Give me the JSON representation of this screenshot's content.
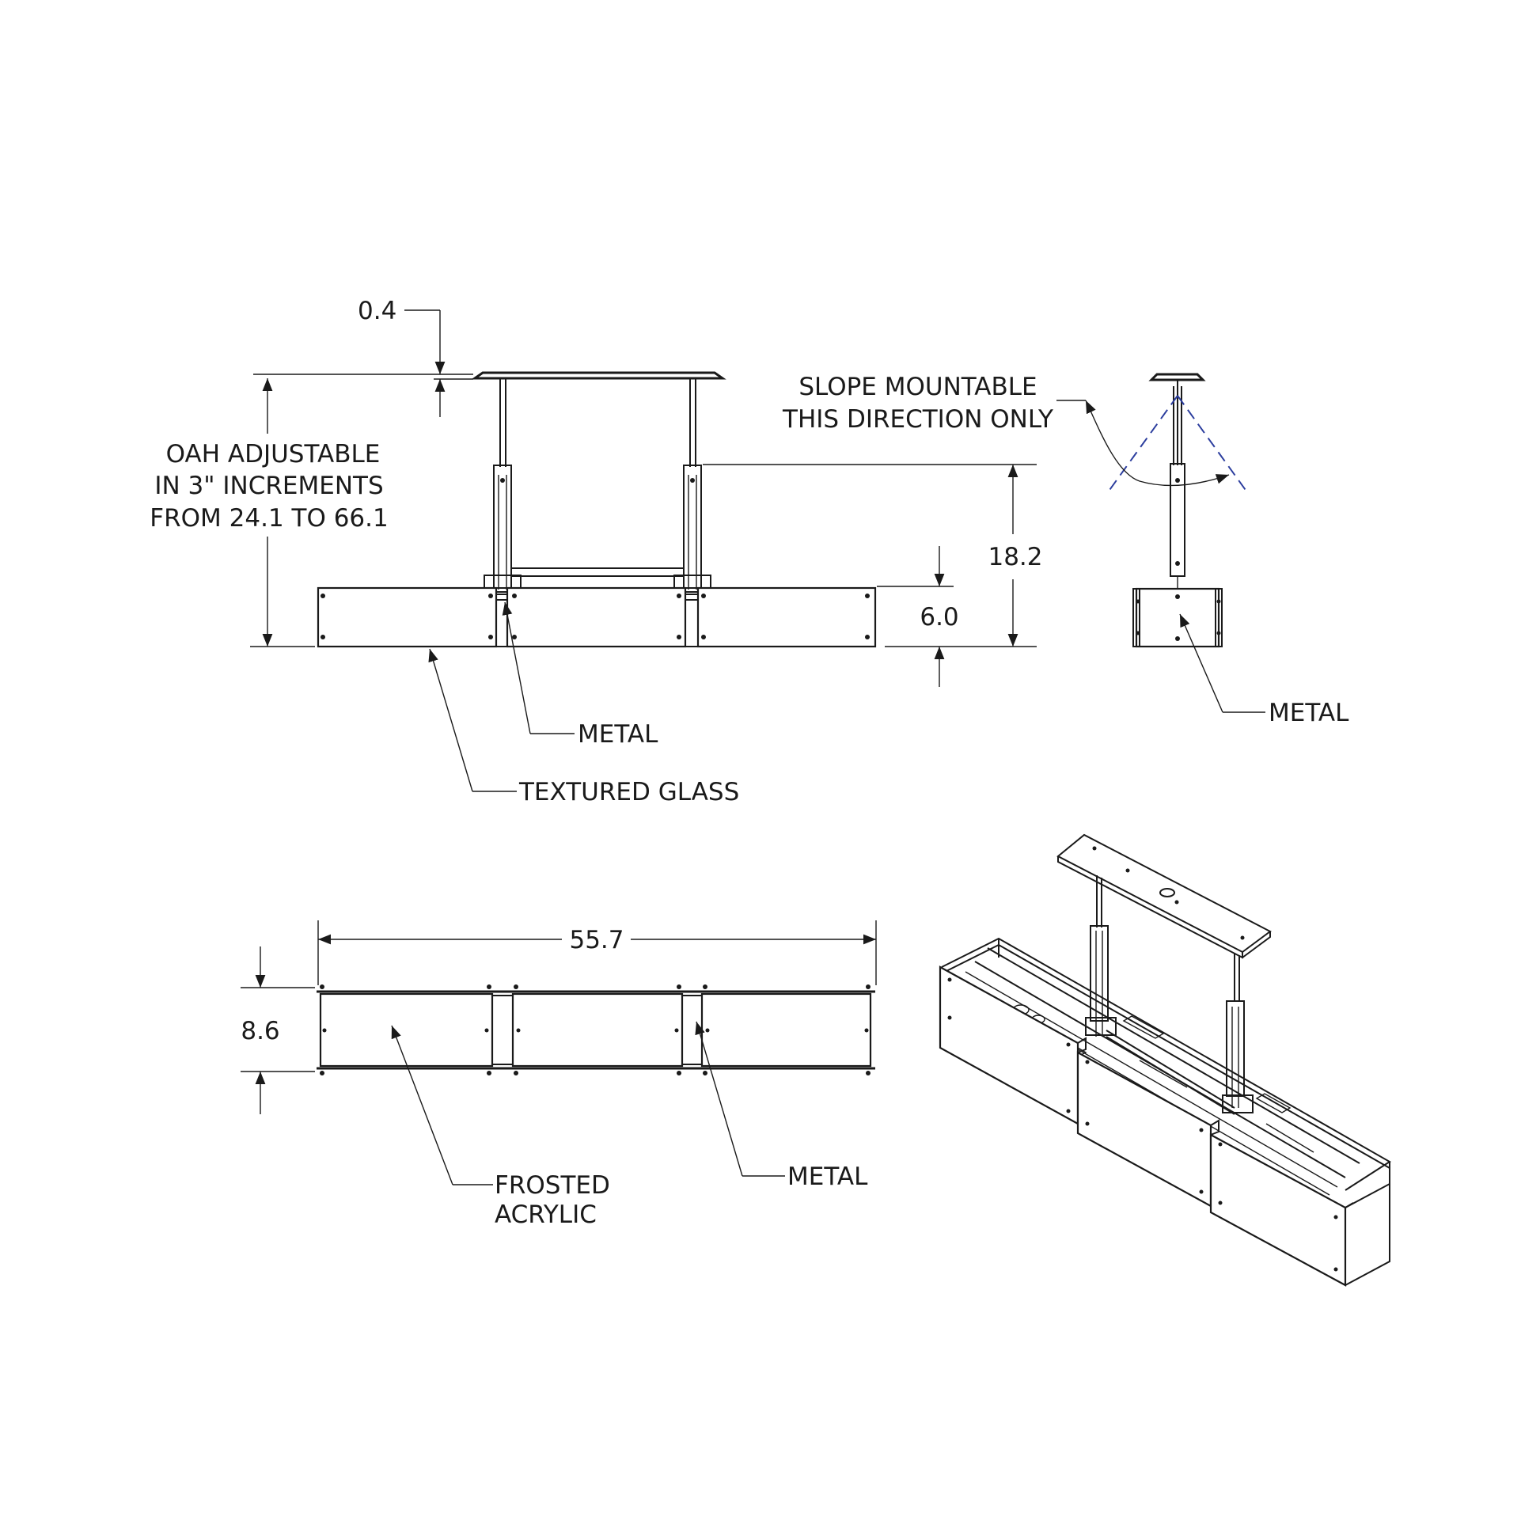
{
  "front_view": {
    "dim_canopy": "0.4",
    "dim_oah_line1": "OAH ADJUSTABLE",
    "dim_oah_line2": "IN 3\" INCREMENTS",
    "dim_oah_line3": "FROM 24.1 TO 66.1",
    "dim_stem": "18.2",
    "dim_height": "6.0",
    "label_metal": "METAL",
    "label_glass": "TEXTURED GLASS"
  },
  "side_view": {
    "slope_line1": "SLOPE MOUNTABLE",
    "slope_line2": "THIS DIRECTION ONLY",
    "label_metal": "METAL"
  },
  "bottom_view": {
    "dim_length": "55.7",
    "dim_width": "8.6",
    "label_acrylic_line1": "FROSTED",
    "label_acrylic_line2": "ACRYLIC",
    "label_metal": "METAL"
  }
}
